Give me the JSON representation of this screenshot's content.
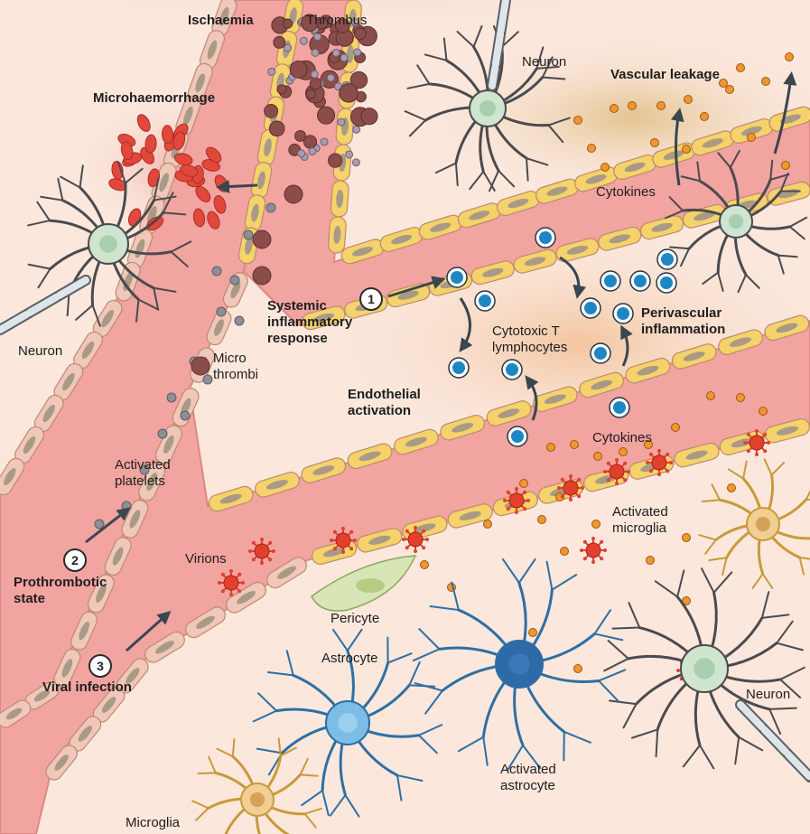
{
  "labels": {
    "ischaemia": "Ischaemia",
    "thrombus": "Thrombus",
    "neuron_top": "Neuron",
    "vascular_leakage": "Vascular leakage",
    "microhaemorrhage": "Microhaemorrhage",
    "cytokines_top": "Cytokines",
    "systemic_inflammatory_response": "Systemic inflammatory response",
    "neuron_left": "Neuron",
    "micro_thrombi": "Micro thrombi",
    "cytotoxic_t_lymphocytes": "Cytotoxic T lymphocytes",
    "perivascular_inflammation": "Perivascular inflammation",
    "endothelial_activation": "Endothelial activation",
    "activated_platelets": "Activated platelets",
    "cytokines_mid": "Cytokines",
    "activated_microglia": "Activated microglia",
    "virions": "Virions",
    "prothrombotic_state": "Prothrombotic state",
    "pericyte": "Pericyte",
    "astrocyte": "Astrocyte",
    "viral_infection": "Viral infection",
    "neuron_right": "Neuron",
    "activated_astrocyte": "Activated astrocyte",
    "microglia": "Microglia"
  },
  "markers": {
    "one": "1",
    "two": "2",
    "three": "3"
  },
  "colors": {
    "background": "#fbe7dc",
    "vessel_lumen": "#f2a4a0",
    "endothelial_cell": "#f0c7b9",
    "activated_endothelium": "#f5d26a",
    "t_lymphocyte": "#1f86c4",
    "virion": "#e2402d",
    "cytokine": "#f0962f",
    "neuron": "#cfe5cf",
    "astrocyte_blue": "#2d6fa3",
    "microglia_gold": "#c99a3a",
    "thrombus": "#8a4d4a",
    "arrow": "#3a4650"
  }
}
